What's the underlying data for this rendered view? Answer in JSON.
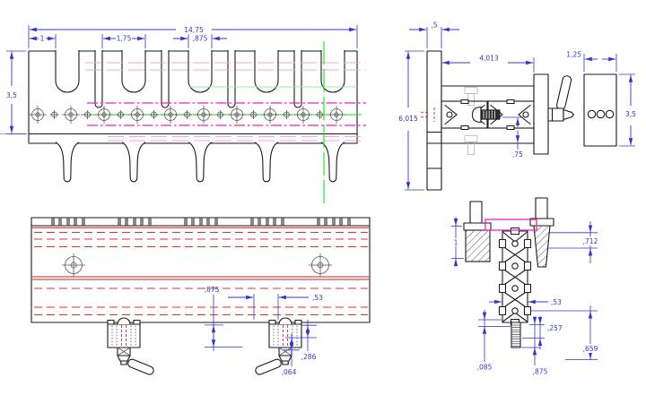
{
  "drawing": {
    "views": {
      "front": {
        "dims": {
          "overall_width": "14,75",
          "end_tooth_width": "1",
          "tooth_pitch": "1,75",
          "slot_width": ",875",
          "plate_height": "3,5"
        }
      },
      "side": {
        "dims": {
          "plate_thickness": ",5",
          "rail_length": "4,013",
          "overall_height": "6,015",
          "flange_offset": ",75",
          "end_plate_width": "1,25",
          "end_plate_height": "3,5"
        }
      },
      "top": {
        "dims": {
          "clamp_block": ",875",
          "clamp_offset": ",53",
          "dim_286": ",286",
          "dim_064": ",064"
        }
      },
      "section": {
        "dims": {
          "clamp_depth": "1",
          "dim_712": ",712",
          "extrusion_width": ",53",
          "dim_257": ",257",
          "dim_659": ",659",
          "dim_085": ",085",
          "stud_length": ",875"
        }
      }
    },
    "colors": {
      "dimension_blue": "#3434cf",
      "hidden_line_red": "#e03030",
      "centerline_magenta": "#f31fc0",
      "axis_green": "#17e217",
      "part_line_black": "#1a1a1a"
    }
  }
}
